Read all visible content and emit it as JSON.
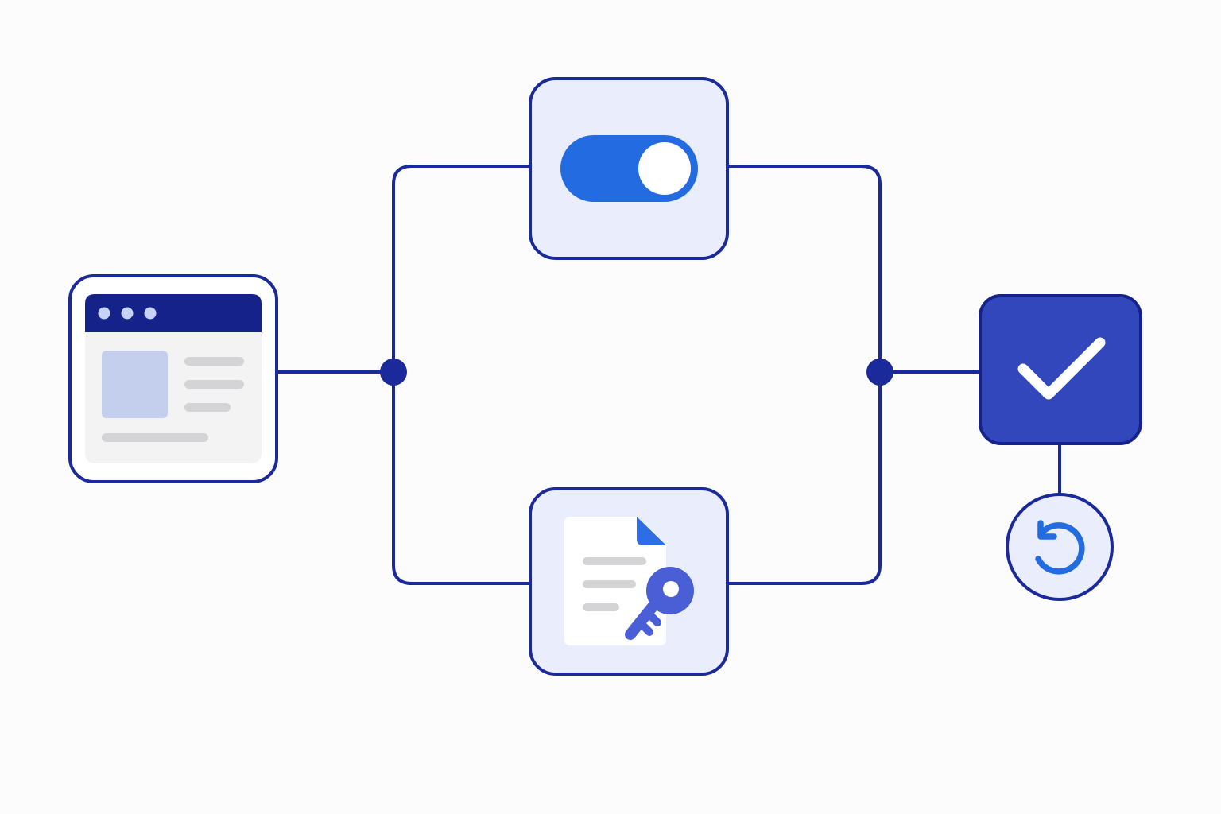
{
  "colors": {
    "background": "#fcfcfd",
    "line": "#1a2a9a",
    "navy": "#14228a",
    "card_fill": "#eaeefc",
    "toggle_on": "#226be0",
    "approve_fill": "#3347bc",
    "key": "#4a5ed6",
    "doc_fold": "#2f6de6",
    "placeholder_block": "#c4cfee",
    "placeholder_line": "#d4d4d6",
    "window_body": "#f3f3f4",
    "dot_light": "#c7d3f6"
  },
  "nodes": {
    "browser_window": {
      "icon": "browser-window-icon"
    },
    "feature_toggle": {
      "icon": "toggle-switch-icon",
      "state": "on"
    },
    "secure_document": {
      "icon": "document-key-icon"
    },
    "approval": {
      "icon": "checkmark-icon"
    },
    "rollback": {
      "icon": "undo-arrow-icon"
    }
  },
  "connectors": [
    "browser-to-split",
    "split-to-toggle",
    "split-to-document",
    "toggle-to-merge",
    "document-to-merge",
    "merge-to-approval",
    "approval-to-rollback"
  ]
}
